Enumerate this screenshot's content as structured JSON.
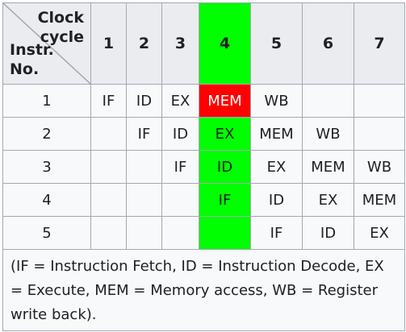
{
  "corner": {
    "top_label_line1": "Clock",
    "top_label_line2": "cycle",
    "bottom_label_line1": "Instr.",
    "bottom_label_line2": "No."
  },
  "cycles": [
    "1",
    "2",
    "3",
    "4",
    "5",
    "6",
    "7"
  ],
  "highlight_cycle": "4",
  "rows": [
    {
      "instr": "1",
      "stages": [
        "IF",
        "ID",
        "EX",
        "MEM",
        "WB",
        "",
        ""
      ]
    },
    {
      "instr": "2",
      "stages": [
        "",
        "IF",
        "ID",
        "EX",
        "MEM",
        "WB",
        ""
      ]
    },
    {
      "instr": "3",
      "stages": [
        "",
        "",
        "IF",
        "ID",
        "EX",
        "MEM",
        "WB"
      ]
    },
    {
      "instr": "4",
      "stages": [
        "",
        "",
        "",
        "IF",
        "ID",
        "EX",
        "MEM"
      ]
    },
    {
      "instr": "5",
      "stages": [
        "",
        "",
        "",
        "",
        "IF",
        "ID",
        "EX"
      ]
    }
  ],
  "note": "(IF = Instruction Fetch, ID = Instruction Decode, EX = Execute, MEM = Memory access, WB = Register write back).",
  "colors": {
    "highlight_column": "#00ff00",
    "highlight_cell": "#ff0000",
    "header_bg": "#eaecf0",
    "cell_bg": "#f8f9fa",
    "border": "#a2a9b1"
  }
}
